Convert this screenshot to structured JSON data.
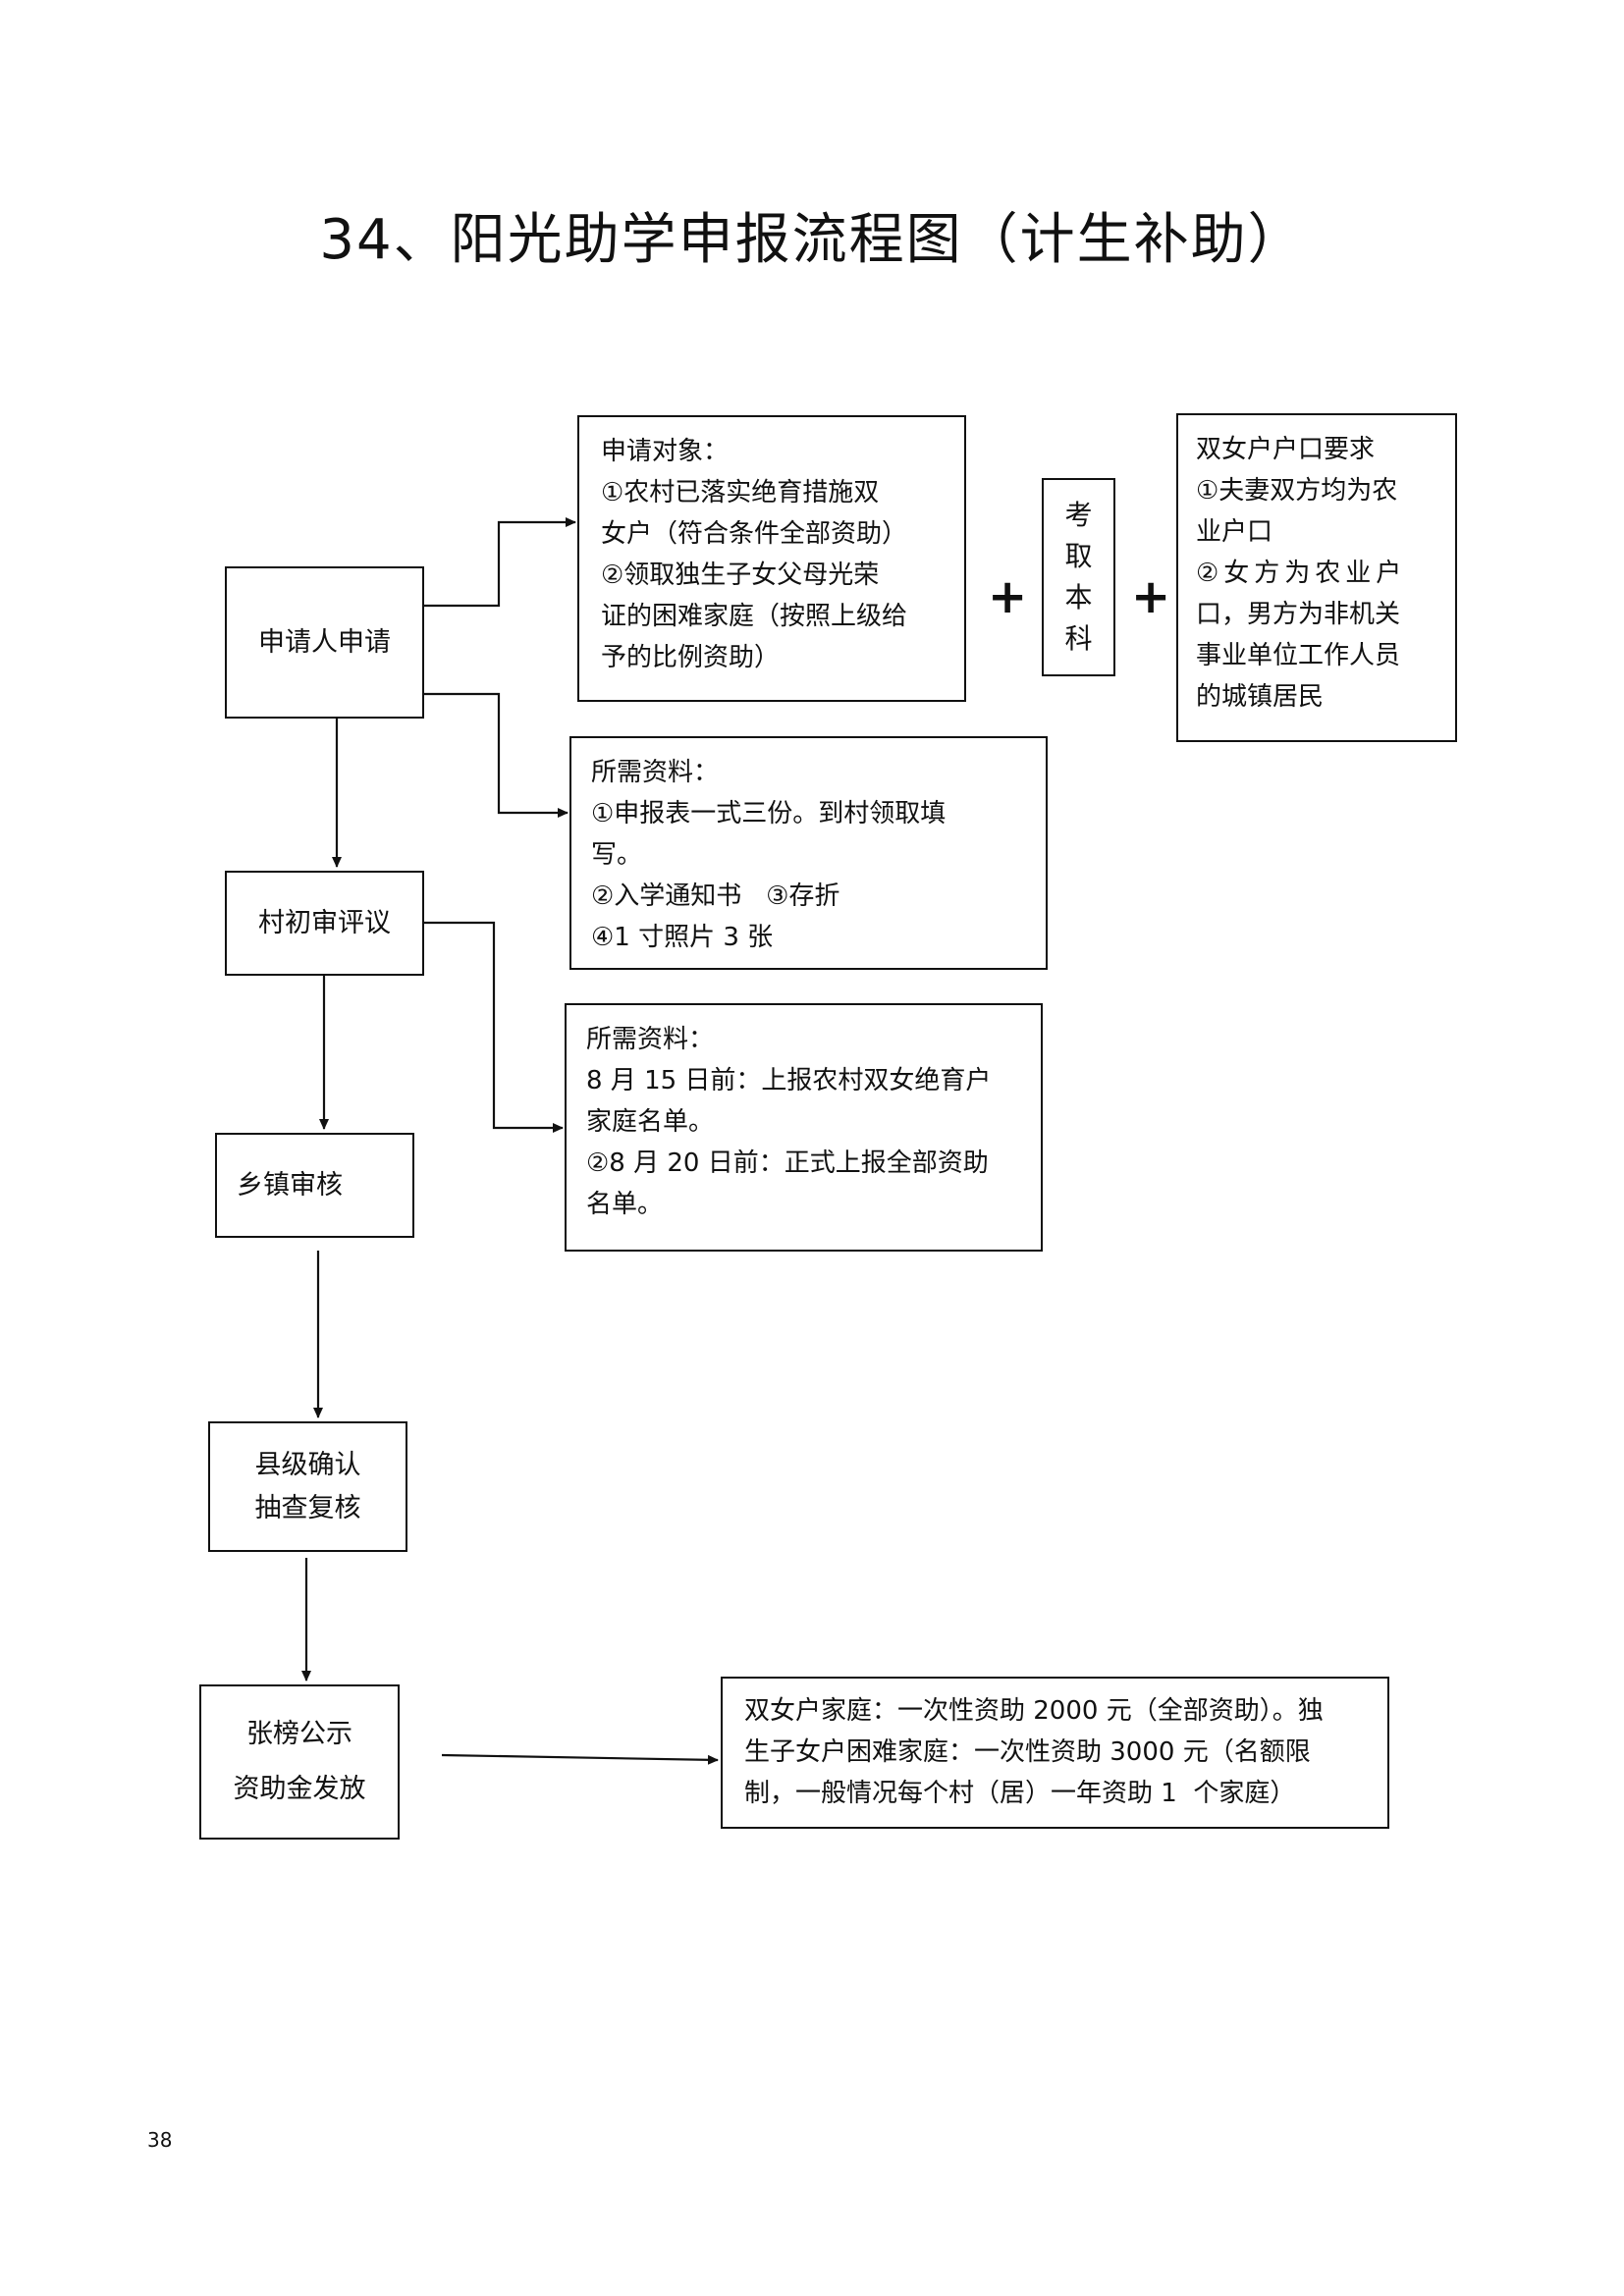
{
  "title": "34、阳光助学申报流程图（计生补助）",
  "steps": {
    "apply": "申请人申请",
    "village": "村初审评议",
    "township": "乡镇审核",
    "county": [
      "县级确认",
      "抽查复核"
    ],
    "publish": [
      "张榜公示",
      "资助金发放"
    ]
  },
  "applicants": [
    "申请对象：",
    "①农村已落实绝育措施双",
    "女户（符合条件全部资助）",
    "②领取独生子女父母光荣",
    "证的困难家庭（按照上级给",
    "予的比例资助）"
  ],
  "exam": [
    "考",
    "取",
    "本",
    "科"
  ],
  "plus": "+",
  "household": [
    "双女户户口要求",
    "①夫妻双方均为农",
    "业户口",
    "②女方为农业户",
    "口，男方为非机关",
    "事业单位工作人员",
    "的城镇居民"
  ],
  "materials_1": [
    "所需资料：",
    "①申报表一式三份。到村领取填",
    "写。",
    "②入学通知书   ③存折",
    "④1 寸照片 3 张"
  ],
  "materials_2": [
    "所需资料：",
    "8 月 15 日前：上报农村双女绝育户",
    "家庭名单。",
    "②8 月 20 日前：正式上报全部资助",
    "名单。"
  ],
  "subsidy": [
    "双女户家庭：一次性资助 2000 元（全部资助）。独",
    "生子女户困难家庭：一次性资助 3000 元（名额限",
    "制，一般情况每个村（居）一年资助 1  个家庭）"
  ],
  "page_number": "38"
}
